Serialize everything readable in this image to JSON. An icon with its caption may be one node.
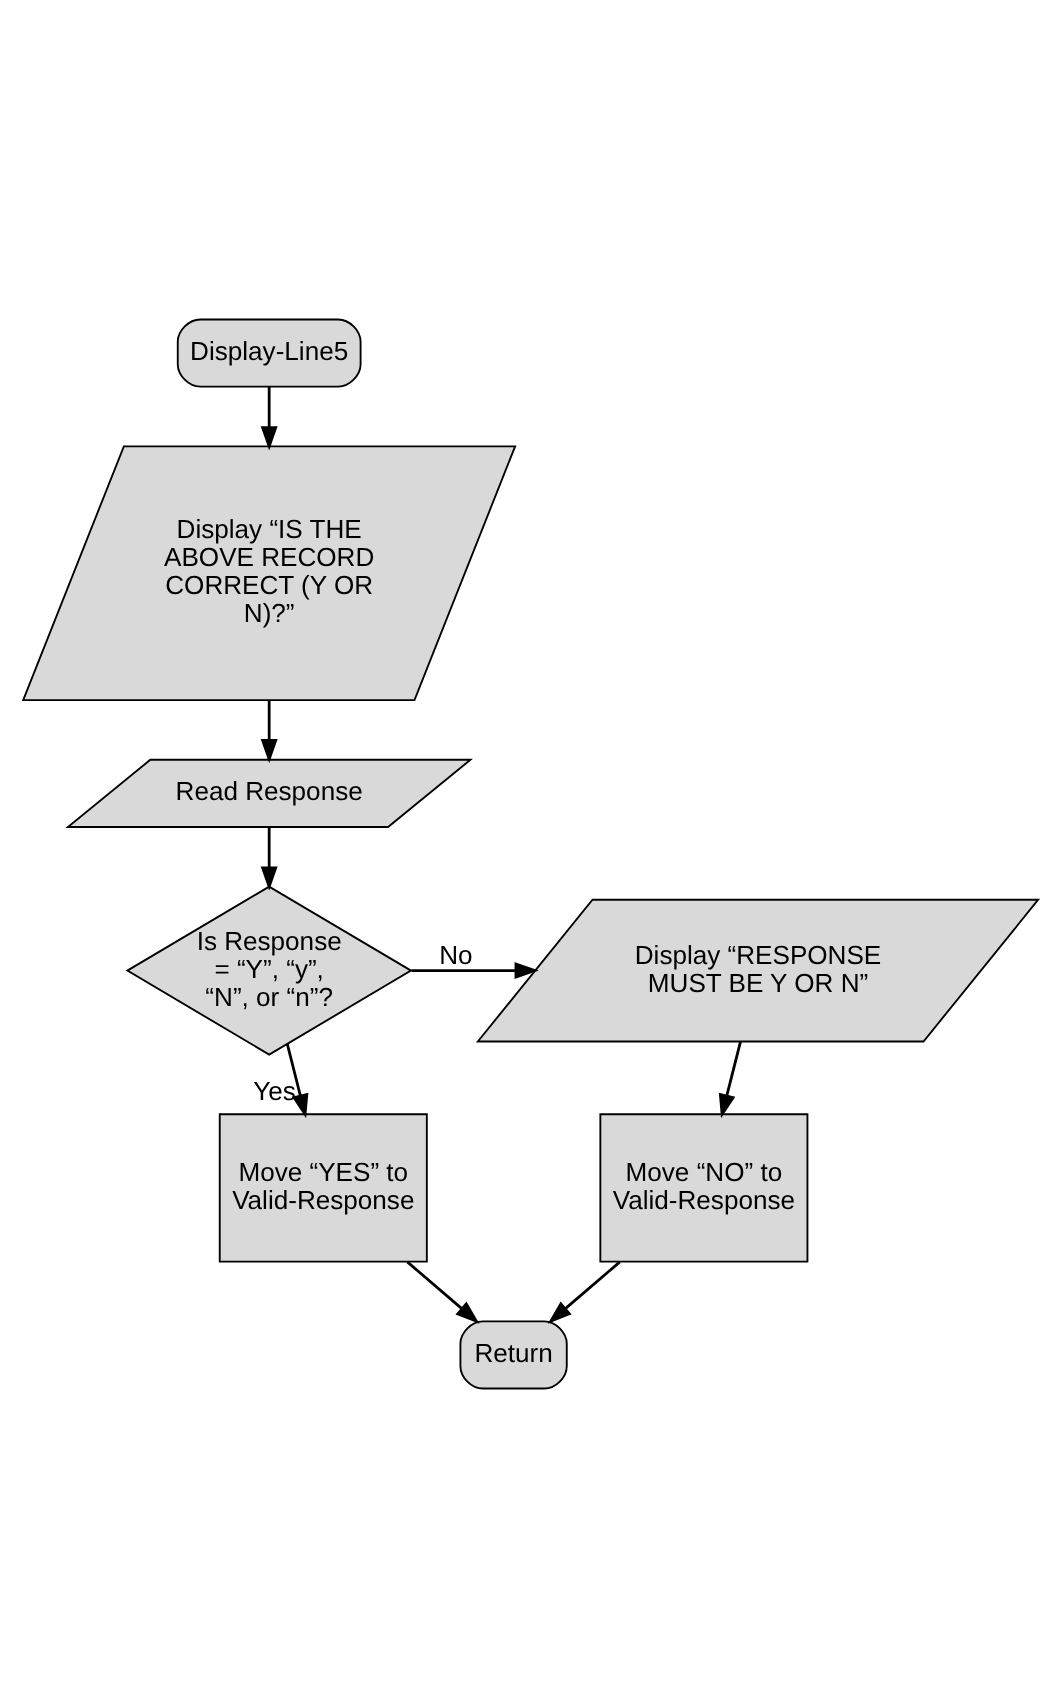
{
  "diagram": {
    "nodes": [
      {
        "text": [
          "Display-Line5"
        ]
      },
      {
        "text": [
          "Display “IS THE ABOVE RECORD CORRECT (Y OR N)?”"
        ]
      },
      {
        "text": [
          "Read Response"
        ]
      },
      {
        "text": [
          "Is Response = “Y”, “y”, “N”, or “n”?"
        ]
      },
      {
        "text": [
          "Display “RESPONSE MUST BE Y OR N”"
        ]
      },
      {
        "text": [
          "Move “YES” to Valid-Response"
        ]
      },
      {
        "text": [
          "Move “NO” to Valid-Response"
        ]
      },
      {
        "text": [
          "Return"
        ]
      }
    ],
    "edges": [
      {
        "from": 0,
        "to": 1,
        "arrow": "to"
      },
      {
        "from": 1,
        "to": 2,
        "arrow": "to"
      },
      {
        "from": 2,
        "to": 3,
        "arrow": "to"
      },
      {
        "from": 3,
        "to": 4,
        "arrow": "to",
        "label": "No"
      },
      {
        "from": 3,
        "to": 5,
        "arrow": "to",
        "label": "Yes"
      },
      {
        "from": 4,
        "to": 6,
        "arrow": "to"
      },
      {
        "from": 5,
        "to": 7,
        "arrow": "to"
      },
      {
        "from": 6,
        "to": 7,
        "arrow": "to"
      }
    ]
  }
}
